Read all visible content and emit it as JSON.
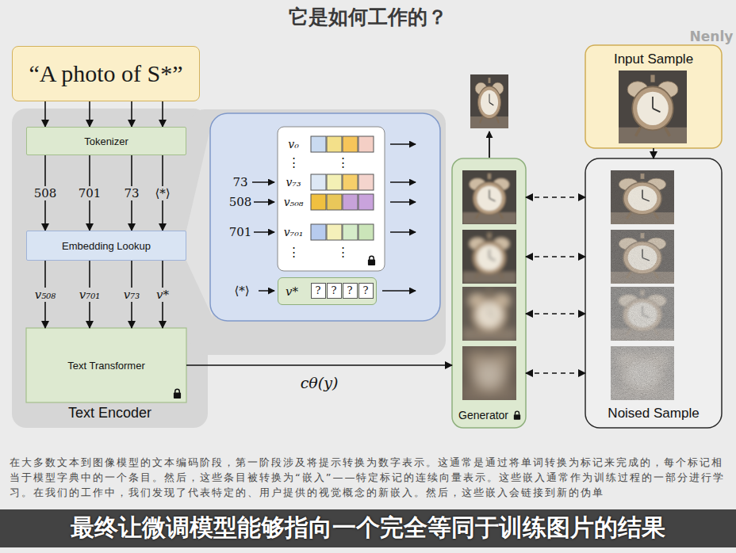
{
  "diagram": {
    "title": "它是如何工作的？",
    "nodes": [
      {
        "text": [
          "“A photo of S*”"
        ]
      },
      {
        "text": [
          "Text Encoder"
        ]
      },
      {
        "text": [
          "Tokenizer"
        ],
        "in": 1
      },
      {
        "text": [
          "Embedding Lookup"
        ],
        "in": 1
      },
      {
        "text": [
          "Text Transformer"
        ],
        "in": 1
      },
      {
        "text": [
          "v*"
        ]
      },
      {
        "text": [
          "Generator"
        ]
      },
      {
        "text": [
          "Input Sample"
        ]
      },
      {
        "text": [
          "Noised Sample"
        ]
      }
    ],
    "edges": [
      {
        "from": 0,
        "to": 2,
        "arrow": "to"
      },
      {
        "from": 0,
        "to": 2,
        "arrow": "to"
      },
      {
        "from": 0,
        "to": 2,
        "arrow": "to"
      },
      {
        "from": 0,
        "to": 2,
        "arrow": "to"
      },
      {
        "from": 2,
        "to": 3,
        "label": "508",
        "arrow": "to"
      },
      {
        "from": 2,
        "to": 3,
        "label": "701",
        "arrow": "to"
      },
      {
        "from": 2,
        "to": 3,
        "label": "73",
        "arrow": "to"
      },
      {
        "from": 2,
        "to": 3,
        "label": "⟨*⟩",
        "arrow": "to"
      },
      {
        "from": 3,
        "to": 4,
        "label": "v₅₀₈",
        "arrow": "to"
      },
      {
        "from": 3,
        "to": 4,
        "label": "v₇₀₁",
        "arrow": "to"
      },
      {
        "from": 3,
        "to": 4,
        "label": "v₇₃",
        "arrow": "to"
      },
      {
        "from": 3,
        "to": 4,
        "label": "v*",
        "arrow": "to"
      },
      {
        "from": 4,
        "to": 6,
        "label": "cθ(y)",
        "arrow": "to"
      },
      {
        "from": 7,
        "to": 8,
        "arrow": "to"
      },
      {
        "from": 6,
        "to": 8,
        "arrow": "both"
      },
      {
        "from": 6,
        "to": 8,
        "arrow": "both"
      },
      {
        "from": 6,
        "to": 8,
        "arrow": "both"
      },
      {
        "from": 6,
        "to": 8,
        "arrow": "both"
      }
    ],
    "labels": [
      "Nenly",
      "v₀",
      "⋮",
      "⋮",
      "73",
      "v₇₃",
      "508",
      "v₅₀₈",
      "701",
      "v₇₀₁",
      "⋮",
      "⋮",
      "⟨*⟩",
      "?",
      "?",
      "?",
      "?",
      "在大多数文本到图像模型的文本编码阶段，第一阶段涉及将提示转换为数字表示。这通常是通过将单词转换为标记来完成的，每个标记相当于模型字典中的一个条目。然后，这些条目被转换为“嵌入”——特定标记的连续向量表示。这些嵌入通常作为训练过程的一部分进行学习。在我们的工作中，我们发现了代表特定的、用户提供的视觉概念的新嵌入。然后，这些嵌入会链接到新的伪单",
      "最终让微调模型能够指向一个完全等同于训练图片的结果"
    ]
  }
}
